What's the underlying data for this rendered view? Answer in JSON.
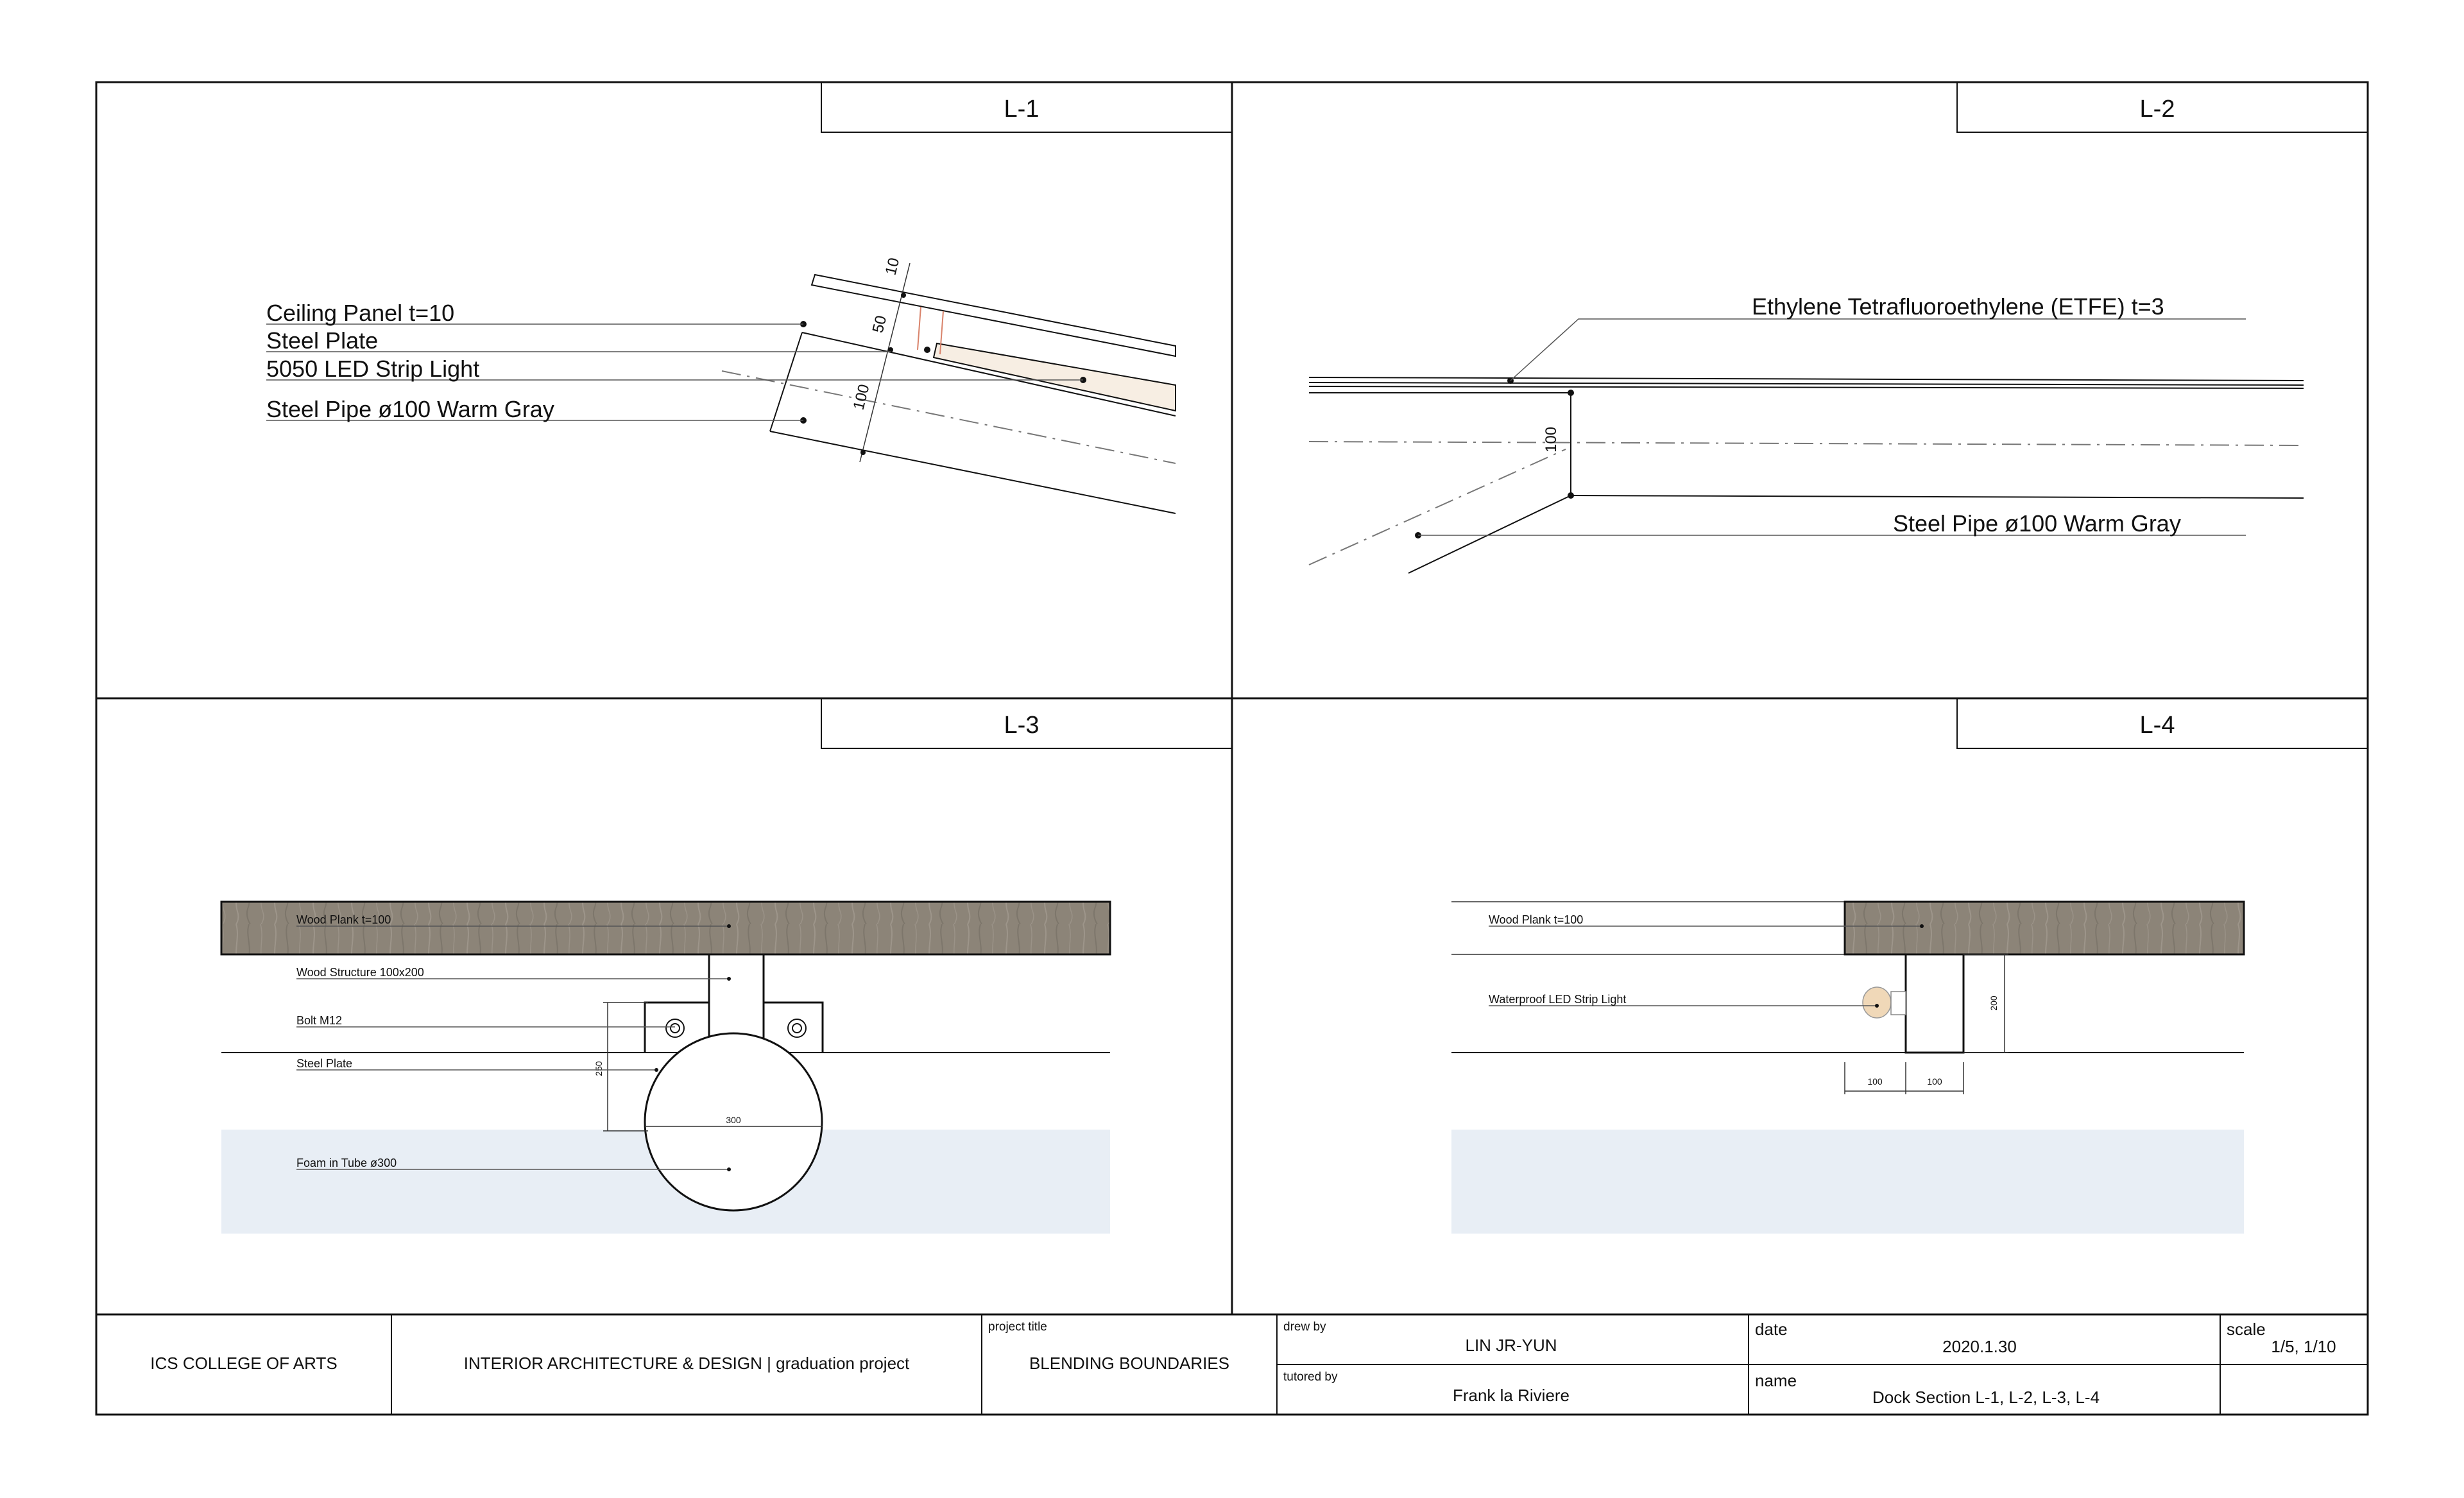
{
  "details": {
    "l1": {
      "tag": "L-1",
      "labels": [
        "Ceiling Panel t=10",
        "Steel Plate",
        "5050 LED Strip Light",
        "Steel Pipe ø100 Warm Gray"
      ],
      "dims": [
        "10",
        "50",
        "100"
      ]
    },
    "l2": {
      "tag": "L-2",
      "labels": [
        "Ethylene Tetrafluoroethylene (ETFE) t=3",
        "Steel Pipe ø100 Warm Gray"
      ],
      "dims": [
        "100"
      ]
    },
    "l3": {
      "tag": "L-3",
      "labels": [
        "Wood Plank t=100",
        "Wood Structure 100x200",
        "Bolt M12",
        "Steel Plate",
        "Foam in Tube ø300"
      ],
      "dims": [
        "250",
        "300"
      ]
    },
    "l4": {
      "tag": "L-4",
      "labels": [
        "Wood Plank t=100",
        "Waterproof LED Strip Light"
      ],
      "dims": [
        "200",
        "100",
        "100"
      ]
    }
  },
  "title_block": {
    "school": "ICS COLLEGE OF ARTS",
    "program": "INTERIOR ARCHITECTURE & DESIGN | graduation project",
    "project_title_label": "project title",
    "project_title": "BLENDING BOUNDARIES",
    "drew_by_label": "drew by",
    "drew_by": "LIN JR-YUN",
    "tutored_by_label": "tutored by",
    "tutored_by": "Frank la Riviere",
    "date_label": "date",
    "date": "2020.1.30",
    "name_label": "name",
    "name": "Dock Section L-1, L-2, L-3, L-4",
    "scale_label": "scale",
    "scale": "1/5, 1/10"
  },
  "colors": {
    "wood": "#8c8478",
    "water": "#e8eef5",
    "led": "#f7eee3",
    "led_bulb": "#f0d8b8",
    "line": "#111111"
  }
}
